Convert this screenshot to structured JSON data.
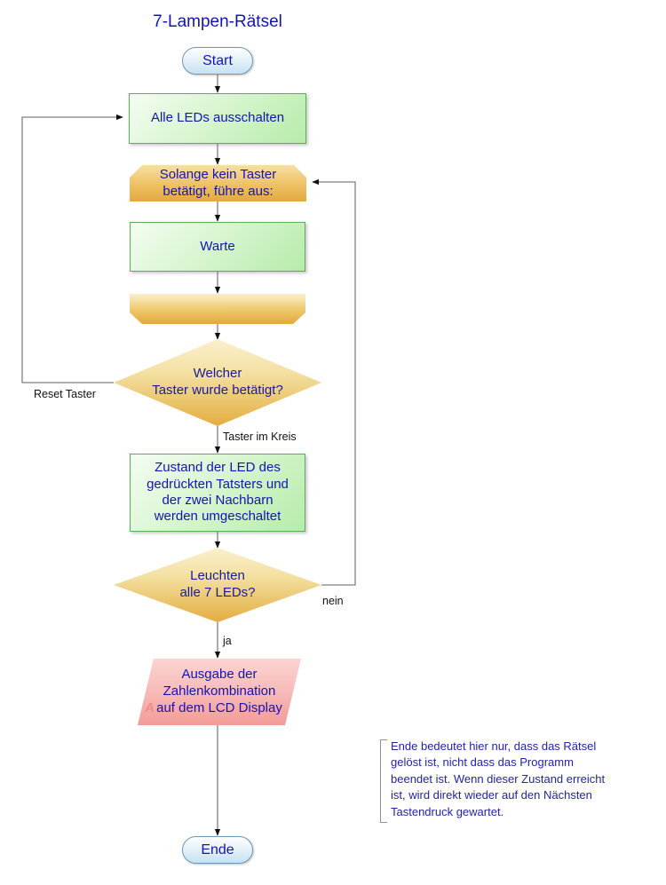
{
  "title": "7-Lampen-Rätsel",
  "colors": {
    "text_blue": "#1414b4",
    "green_fill": "#b6ecaa",
    "green_border": "#58b055",
    "orange_fill": "#e3ad3f",
    "orange_border": "#c98f20",
    "pink_fill": "#f39b98",
    "pill_fill": "#c6e2f2",
    "pill_border": "#6f97b5",
    "edge_stroke": "#7f7f7f",
    "note_text": "#2222aa",
    "note_bracket": "#8e8ea8",
    "marker_pink": "#f08c87"
  },
  "nodes": {
    "start": {
      "label": "Start",
      "shape": "terminator"
    },
    "all_leds_off": {
      "label": "Alle LEDs ausschalten",
      "shape": "process"
    },
    "loop_start": {
      "line1": "Solange kein Taster",
      "line2": "betätigt, führe aus:",
      "shape": "loop-start"
    },
    "wait": {
      "label": "Warte",
      "shape": "process"
    },
    "loop_end": {
      "label": "",
      "shape": "loop-end"
    },
    "which_button": {
      "line1": "Welcher",
      "line2": "Taster wurde betätigt?",
      "shape": "decision"
    },
    "toggle_leds": {
      "line1": "Zustand der LED des",
      "line2": "gedrückten Tatsters und",
      "line3": "der zwei Nachbarn",
      "line4": "werden umgeschaltet",
      "shape": "process"
    },
    "all_seven_lit": {
      "line1": "Leuchten",
      "line2": "alle 7 LEDs?",
      "shape": "decision"
    },
    "output_lcd": {
      "line1": "Ausgabe der",
      "line2": "Zahlenkombination",
      "line3": "auf dem LCD Display",
      "marker": "A",
      "shape": "parallelogram"
    },
    "end": {
      "label": "Ende",
      "shape": "terminator"
    }
  },
  "edge_labels": {
    "reset_taster": "Reset Taster",
    "taster_im_kreis": "Taster im Kreis",
    "nein": "nein",
    "ja": "ja"
  },
  "note": {
    "line1": "Ende bedeutet hier nur, dass das Rätsel",
    "line2": "gelöst ist, nicht dass das Programm",
    "line3": "beendet ist. Wenn dieser Zustand erreicht",
    "line4": "ist, wird direkt wieder auf den Nächsten",
    "line5": "Tastendruck gewartet."
  }
}
